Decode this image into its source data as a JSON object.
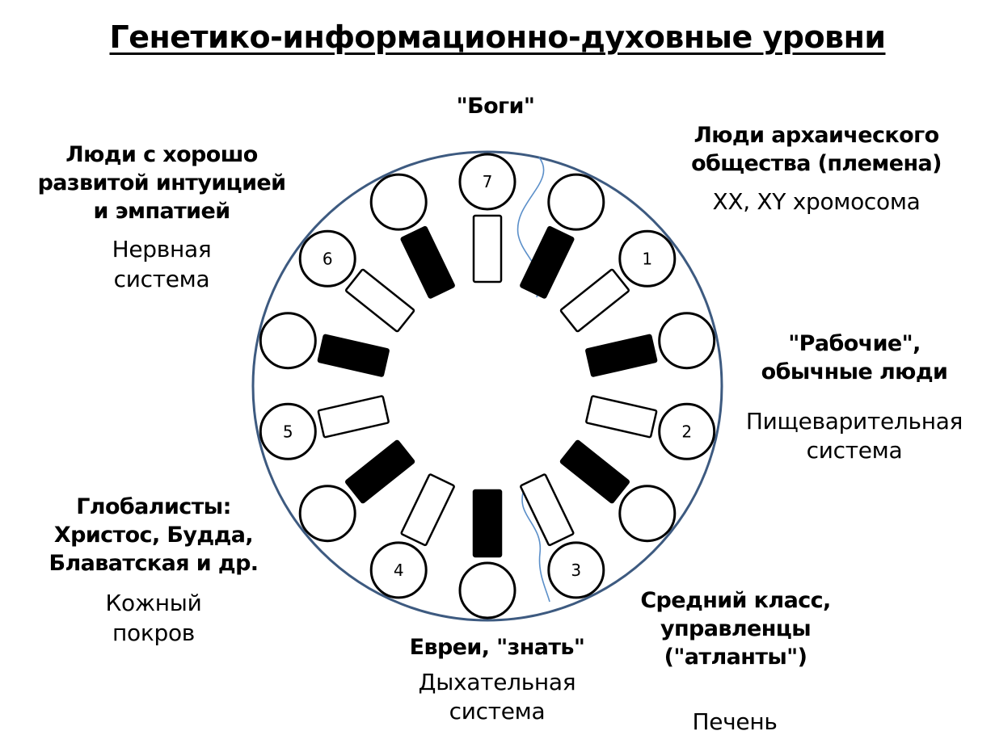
{
  "title": "Генетико-информационно-духовные уровни",
  "labels": {
    "gods": {
      "name": "\"Боги\""
    },
    "archaic": {
      "name": "Люди архаического\nобщества (племена)",
      "organ": "XX, XY хромосома"
    },
    "workers": {
      "name": "\"Рабочие\",\nобычные люди",
      "organ": "Пищеварительная\nсистема"
    },
    "middle": {
      "name": "Средний класс,\nуправленцы\n(\"атланты\")",
      "organ": "Печень"
    },
    "jews": {
      "name": "Евреи, \"знать\"",
      "organ": "Дыхательная\nсистема"
    },
    "globalists": {
      "name": "Глобалисты:\nХристос, Будда,\nБлаватская и др.",
      "organ": "Кожный\nпокров"
    },
    "intuition": {
      "name": "Люди с хорошо\nразвитой интуицией\nи эмпатией",
      "organ": "Нервная\nсистема"
    }
  },
  "levels": [
    {
      "number": "7"
    },
    {
      "number": "1"
    },
    {
      "number": "2"
    },
    {
      "number": "3"
    },
    {
      "number": "4"
    },
    {
      "number": "5"
    },
    {
      "number": "6"
    }
  ],
  "colors": {
    "outer_circle": "#3d5a80",
    "wave_line": "#5b8fc9",
    "filled_bar": "#000000",
    "outline": "#000000"
  }
}
